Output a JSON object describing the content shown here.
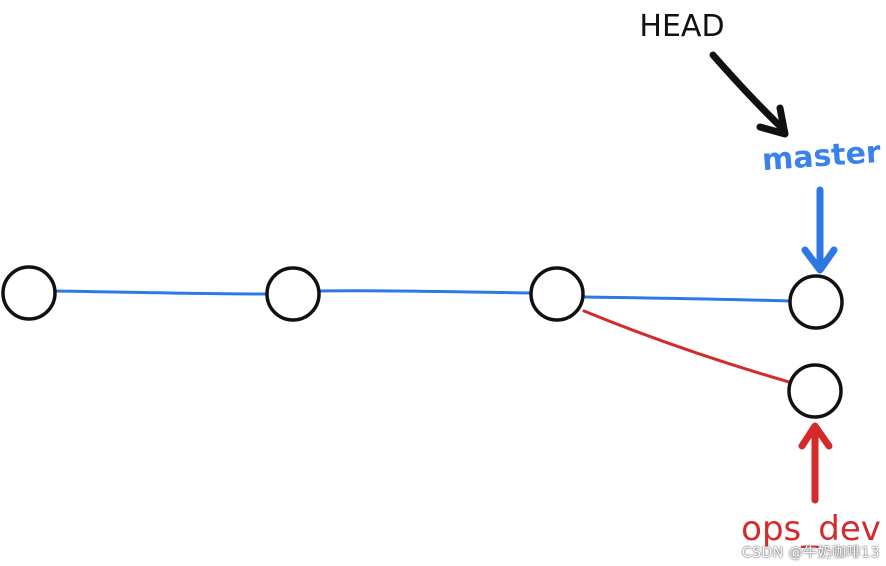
{
  "labels": {
    "head": "HEAD",
    "master": "master",
    "ops_dev": "ops_dev"
  },
  "watermark": "CSDN @牛奶咖啡13",
  "colors": {
    "main_line": "#2f78e4",
    "branch_line": "#d42a2a",
    "head_arrow": "#111111",
    "master_label": "#3a82ea",
    "ops_dev_label": "#d42a2a",
    "node_stroke": "#111111",
    "node_fill": "#ffffff"
  }
}
